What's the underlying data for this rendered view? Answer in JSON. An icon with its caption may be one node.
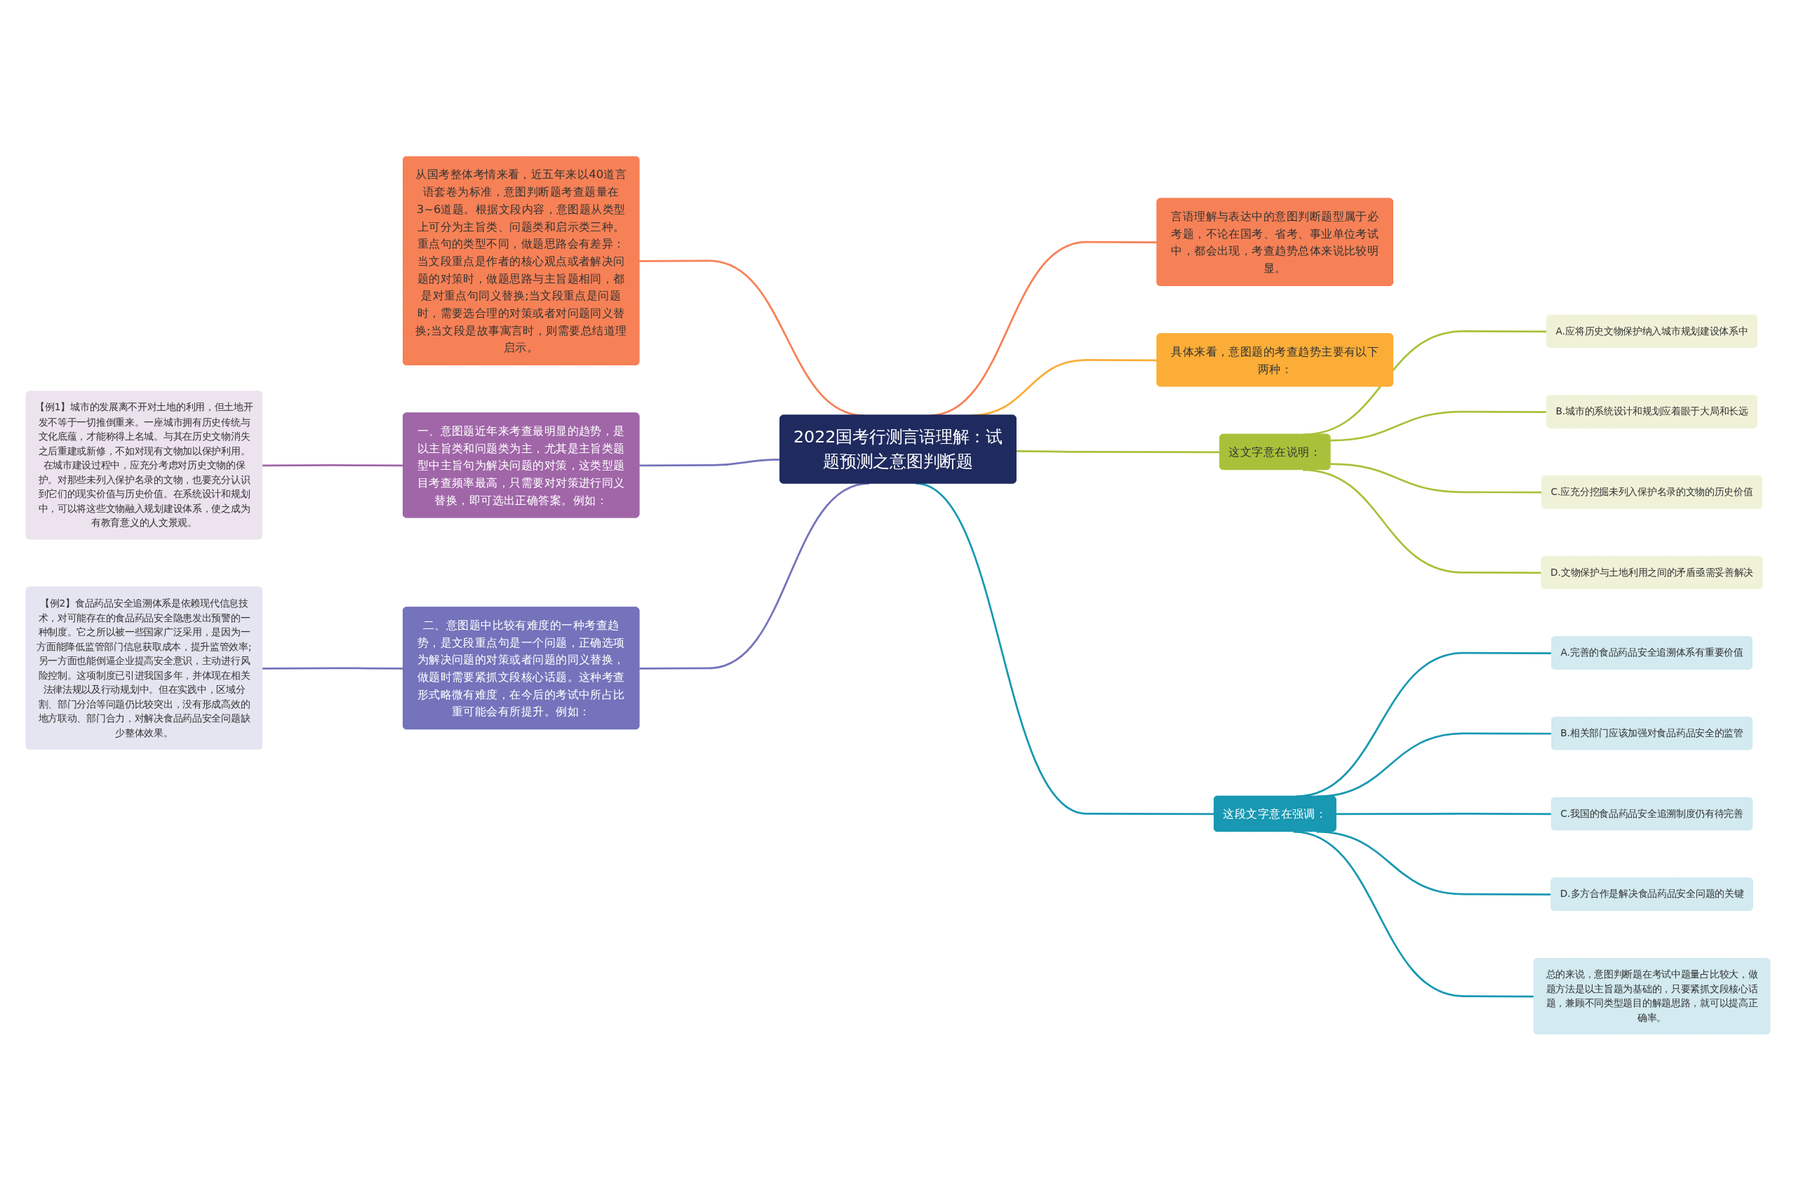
{
  "diagram": {
    "nodes": [
      {
        "text": [
          "2022国考行测言语理解：试题预测之意图判断题"
        ]
      },
      {
        "text": [
          "从国考整体考情来看，近五年来以40道言语套卷为标准，意图判断题考查题量在3~6道题。根据文段内容，意图题从类型上可分为主旨类、问题类和启示类三种。重点句的类型不同，做题思路会有差异：当文段重点是作者的核心观点或者解决问题的对策时，做题思路与主旨题相同，都是对重点句同义替换;当文段重点是问题时，需要选合理的对策或者对问题同义替换;当文段是故事寓言时，则需要总结道理启示。"
        ]
      },
      {
        "text": [
          "一、意图题近年来考查最明显的趋势，是以主旨类和问题类为主，尤其是主旨类题型中主旨句为解决问题的对策，这类型题目考查频率最高，只需要对对策进行同义替换，即可选出正确答案。例如："
        ]
      },
      {
        "text": [
          "【例1】城市的发展离不开对土地的利用，但土地开发不等于一切推倒重来。一座城市拥有历史传统与文化底蕴，才能称得上名城。与其在历史文物消失之后重建或新修，不如对现有文物加以保护利用。在城市建设过程中，应充分考虑对历史文物的保护。对那些未列入保护名录的文物，也要充分认识到它们的现实价值与历史价值。在系统设计和规划中，可以将这些文物融入规划建设体系，使之成为有教育意义的人文景观。"
        ]
      },
      {
        "text": [
          "二、意图题中比较有难度的一种考查趋势，是文段重点句是一个问题，正确选项为解决问题的对策或者问题的同义替换，做题时需要紧抓文段核心话题。这种考查形式略微有难度，在今后的考试中所占比重可能会有所提升。例如："
        ]
      },
      {
        "text": [
          "【例2】食品药品安全追溯体系是依赖现代信息技术，对可能存在的食品药品安全隐患发出预警的一种制度。它之所以被一些国家广泛采用，是因为一方面能降低监管部门信息获取成本，提升监管效率;另一方面也能倒逼企业提高安全意识，主动进行风险控制。这项制度已引进我国多年，并体现在相关法律法规以及行动规划中。但在实践中，区域分割、部门分治等问题仍比较突出，没有形成高效的地方联动、部门合力，对解决食品药品安全问题缺少整体效果。"
        ]
      },
      {
        "text": [
          "言语理解与表达中的意图判断题型属于必考题，不论在国考、省考、事业单位考试中，都会出现，考查趋势总体来说比较明显。"
        ]
      },
      {
        "text": [
          "具体来看，意图题的考查趋势主要有以下两种："
        ]
      },
      {
        "text": [
          "这文字意在说明："
        ]
      },
      {
        "text": [
          "A.应将历史文物保护纳入城市规划建设体系中"
        ]
      },
      {
        "text": [
          "B.城市的系统设计和规划应着眼于大局和长远"
        ]
      },
      {
        "text": [
          "C.应充分挖掘未列入保护名录的文物的历史价值"
        ]
      },
      {
        "text": [
          "D.文物保护与土地利用之间的矛盾亟需妥善解决"
        ]
      },
      {
        "text": [
          "这段文字意在强调："
        ]
      },
      {
        "text": [
          "A.完善的食品药品安全追溯体系有重要价值"
        ]
      },
      {
        "text": [
          "B.相关部门应该加强对食品药品安全的监管"
        ]
      },
      {
        "text": [
          "C.我国的食品药品安全追溯制度仍有待完善"
        ]
      },
      {
        "text": [
          "D.多方合作是解决食品药品安全问题的关键"
        ]
      },
      {
        "text": [
          "总的来说，意图判断题在考试中题量占比较大，做题方法是以主旨题为基础的，只要紧抓文段核心话题，兼顾不同类型题目的解题思路，就可以提高正确率。"
        ]
      }
    ],
    "edges": [
      {
        "from": 0,
        "to": 1,
        "arrow": "none",
        "color": "#f78156"
      },
      {
        "from": 0,
        "to": 2,
        "arrow": "none",
        "color": "#7473bb"
      },
      {
        "from": 2,
        "to": 3,
        "arrow": "none",
        "color": "#a066a8"
      },
      {
        "from": 0,
        "to": 4,
        "arrow": "none",
        "color": "#7473bb"
      },
      {
        "from": 4,
        "to": 5,
        "arrow": "none",
        "color": "#7473bb"
      },
      {
        "from": 0,
        "to": 6,
        "arrow": "none",
        "color": "#f78156"
      },
      {
        "from": 0,
        "to": 7,
        "arrow": "none",
        "color": "#fbad38"
      },
      {
        "from": 0,
        "to": 8,
        "arrow": "none",
        "color": "#a7c23a"
      },
      {
        "from": 8,
        "to": 9,
        "arrow": "none",
        "color": "#a7c23a"
      },
      {
        "from": 8,
        "to": 10,
        "arrow": "none",
        "color": "#a7c23a"
      },
      {
        "from": 8,
        "to": 11,
        "arrow": "none",
        "color": "#a7c23a"
      },
      {
        "from": 8,
        "to": 12,
        "arrow": "none",
        "color": "#a7c23a"
      },
      {
        "from": 0,
        "to": 13,
        "arrow": "none"
      },
      {
        "from": 13,
        "to": 14,
        "arrow": "none"
      },
      {
        "from": 13,
        "to": 15,
        "arrow": "none"
      },
      {
        "from": 13,
        "to": 16,
        "arrow": "none"
      },
      {
        "from": 13,
        "to": 17,
        "arrow": "none"
      },
      {
        "from": 13,
        "to": 18,
        "arrow": "none"
      }
    ]
  }
}
